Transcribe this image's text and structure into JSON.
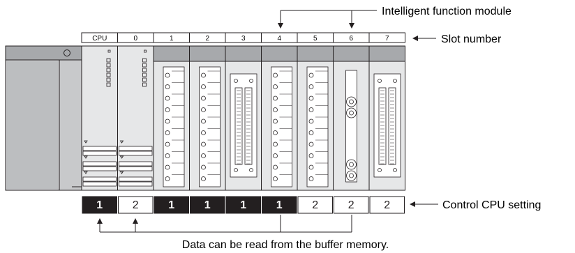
{
  "annotations": {
    "intelligent_function_module": "Intelligent function module",
    "slot_number": "Slot number",
    "control_cpu_setting": "Control CPU setting",
    "buffer_memory_note": "Data can be read from the buffer memory."
  },
  "slots": [
    {
      "label": "CPU",
      "setting": "1",
      "highlighted": true
    },
    {
      "label": "0",
      "setting": "2",
      "highlighted": false
    },
    {
      "label": "1",
      "setting": "1",
      "highlighted": true
    },
    {
      "label": "2",
      "setting": "1",
      "highlighted": true
    },
    {
      "label": "3",
      "setting": "1",
      "highlighted": true
    },
    {
      "label": "4",
      "setting": "1",
      "highlighted": true
    },
    {
      "label": "5",
      "setting": "2",
      "highlighted": false
    },
    {
      "label": "6",
      "setting": "2",
      "highlighted": false
    },
    {
      "label": "7",
      "setting": "2",
      "highlighted": false
    }
  ],
  "colors": {
    "highlight_fill": "#231f20",
    "highlight_text": "#ffffff",
    "module_gray": "#c8c9cb",
    "module_light": "#e6e7e8",
    "module_dark": "#a7a9ac",
    "outline": "#231f20"
  }
}
